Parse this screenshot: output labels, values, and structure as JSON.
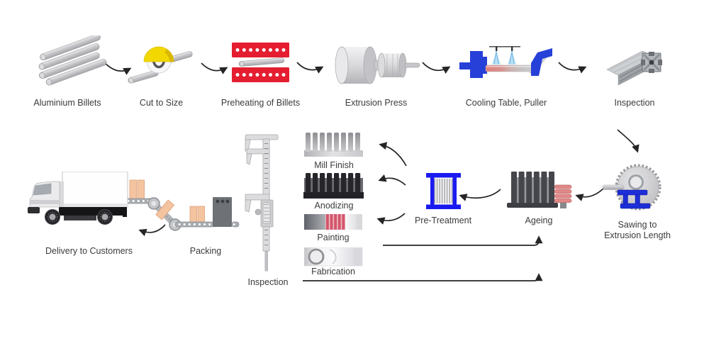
{
  "steps": [
    {
      "id": "aluminium-billets",
      "label": "Aluminium Billets"
    },
    {
      "id": "cut-to-size",
      "label": "Cut to Size"
    },
    {
      "id": "preheating-of-billets",
      "label": "Preheating of Billets"
    },
    {
      "id": "extrusion-press",
      "label": "Extrusion Press"
    },
    {
      "id": "cooling-table-puller",
      "label": "Cooling Table, Puller"
    },
    {
      "id": "inspection-top",
      "label": "Inspection"
    },
    {
      "id": "sawing-to-extrusion-length",
      "label_line1": "Sawing to",
      "label_line2": "Extrusion Length"
    },
    {
      "id": "ageing",
      "label": "Ageing"
    },
    {
      "id": "pre-treatment",
      "label": "Pre-Treatment"
    },
    {
      "id": "mill-finish",
      "label": "Mill Finish"
    },
    {
      "id": "anodizing",
      "label": "Anodizing"
    },
    {
      "id": "painting",
      "label": "Painting"
    },
    {
      "id": "fabrication",
      "label": "Fabrication"
    },
    {
      "id": "inspection-bottom",
      "label": "Inspection"
    },
    {
      "id": "packing",
      "label": "Packing"
    },
    {
      "id": "delivery-to-customers",
      "label": "Delivery to Customers"
    }
  ],
  "flow_order": [
    "Aluminium Billets",
    "Cut to Size",
    "Preheating of Billets",
    "Extrusion Press",
    "Cooling Table, Puller",
    "Inspection",
    "Sawing to Extrusion Length",
    "Ageing",
    "Pre-Treatment",
    "Mill Finish / Anodizing / Painting / Fabrication",
    "Inspection",
    "Packing",
    "Delivery to Customers"
  ],
  "colors": {
    "heater_red": "#e41e30",
    "saw_guard_yellow": "#f2d800",
    "machine_blue": "#2740d8",
    "spray_blue": "#b4def4",
    "ageing_coil_pink": "#e08888",
    "pretreatment_frame_blue": "#1a1af0",
    "painting_stripe_red": "#d4556c",
    "box_orange": "#f4c4a0",
    "label_text": "#3b3b3b",
    "arrow": "#252525"
  }
}
